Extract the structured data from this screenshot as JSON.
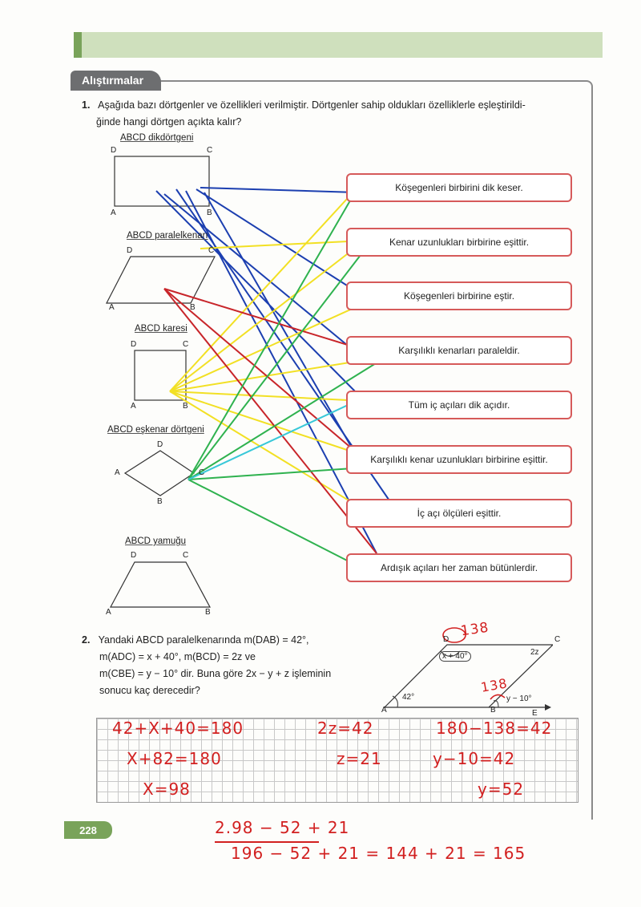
{
  "section_tab": "Alıştırmalar",
  "q1": {
    "number": "1.",
    "text_line1": "Aşağıda bazı dörtgenler ve özellikleri verilmiştir. Dörtgenler sahip oldukları özelliklerle eşleştirildi-",
    "text_line2": "ğinde hangi dörtgen açıkta kalır?",
    "shapes": [
      {
        "title": "ABCD dikdörtgeni",
        "vertices": [
          "D",
          "C",
          "A",
          "B"
        ]
      },
      {
        "title": "ABCD paralelkenarı",
        "vertices": [
          "D",
          "C",
          "A",
          "B"
        ]
      },
      {
        "title": "ABCD karesi",
        "vertices": [
          "D",
          "C",
          "A",
          "B"
        ]
      },
      {
        "title": "ABCD eşkenar dörtgeni",
        "vertices": [
          "D",
          "A",
          "C",
          "B"
        ]
      },
      {
        "title": "ABCD yamuğu",
        "vertices": [
          "D",
          "C",
          "A",
          "B"
        ]
      }
    ],
    "properties": [
      "Köşegenleri birbirini dik keser.",
      "Kenar uzunlukları birbirine eşittir.",
      "Köşegenleri birbirine eştir.",
      "Karşılıklı kenarları paraleldir.",
      "Tüm iç açıları dik açıdır.",
      "Karşılıklı kenar uzunlukları birbirine eşittir.",
      "İç açı ölçüleri eşittir.",
      "Ardışık açıları her zaman bütünlerdir."
    ],
    "line_colors": {
      "blue": "#1c3fb0",
      "yellow": "#f2e024",
      "red": "#c8252a",
      "green": "#2fb24f",
      "cyan": "#38c8d8"
    }
  },
  "q2": {
    "number": "2.",
    "line1": "Yandaki ABCD paralelkenarında m(DAB) = 42°,",
    "line2": "m(ADC) = x + 40°, m(BCD) = 2z ve",
    "line3": "m(CBE) = y − 10° dir. Buna göre 2x − y + z işleminin",
    "line4": "sonucu kaç derecedir?",
    "figure": {
      "D": "D",
      "C": "C",
      "A": "A",
      "B": "B",
      "E": "E",
      "angle_D": "x + 40°",
      "angle_C": "2z",
      "angle_A": "42°",
      "angle_B": "y − 10°"
    }
  },
  "handwriting": {
    "annot_D": "138",
    "annot_B": "138",
    "col1": [
      "42+X+40=180",
      "X+82=180",
      "X=98"
    ],
    "col2": [
      "2z=42",
      "z=21"
    ],
    "col3": [
      "180−138=42",
      "y−10=42",
      "y=52"
    ],
    "bottom1": "2.98 − 52 + 21",
    "bottom2": "196 − 52 + 21 = 144 + 21 = 165"
  },
  "page_number": "228"
}
